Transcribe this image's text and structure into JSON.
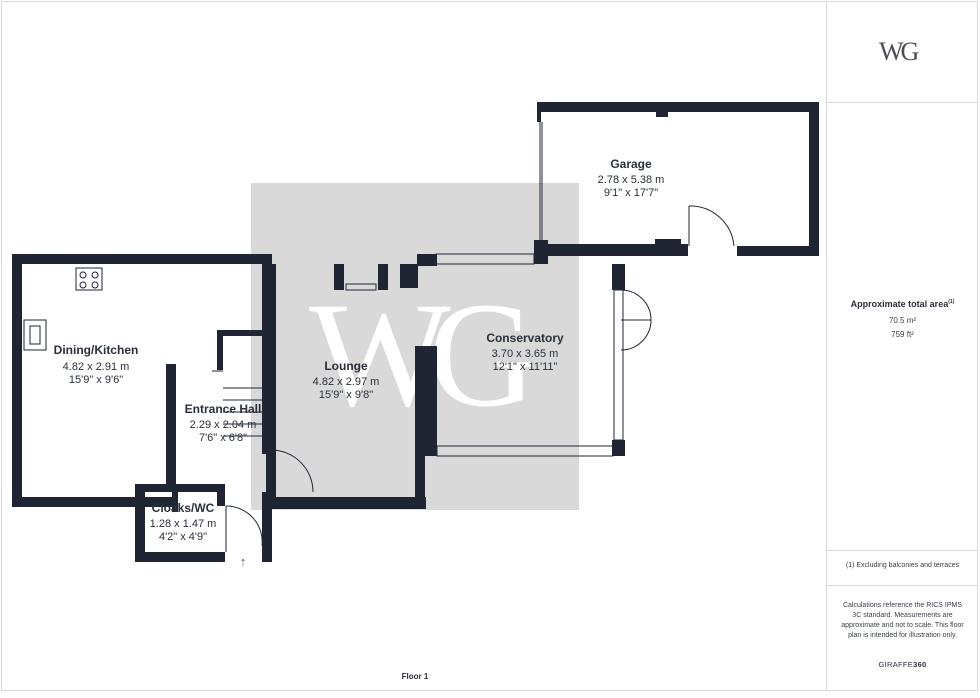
{
  "brand": {
    "logo_text": "WG",
    "watermark_text": "WG"
  },
  "floor_label": "Floor 1",
  "rooms": [
    {
      "id": "garage",
      "name": "Garage",
      "metric": "2.78 x 5.38 m",
      "imperial": "9'1\" x 17'7\""
    },
    {
      "id": "dining-kitchen",
      "name": "Dining/Kitchen",
      "metric": "4.82 x 2.91 m",
      "imperial": "15'9\" x 9'6\""
    },
    {
      "id": "lounge",
      "name": "Lounge",
      "metric": "4.82 x 2.97 m",
      "imperial": "15'9\" x 9'8\""
    },
    {
      "id": "conservatory",
      "name": "Conservatory",
      "metric": "3.70 x 3.65 m",
      "imperial": "12'1\" x 11'11\""
    },
    {
      "id": "entrance-hall",
      "name": "Entrance Hall",
      "metric": "2.29 x 2.04 m",
      "imperial": "7'6\" x 6'8\""
    },
    {
      "id": "cloaks-wc",
      "name": "Cloaks/WC",
      "metric": "1.28 x 1.47 m",
      "imperial": "4'2\" x 4'9\""
    }
  ],
  "sidebar": {
    "area_title": "Approximate total area",
    "area_note_marker": "(1)",
    "area_metric": "70.5 m²",
    "area_imperial": "759 ft²",
    "exclusion_note": "(1) Excluding balconies and terraces",
    "calculation_note": "Calculations reference the RICS IPMS 3C standard. Measurements are approximate and not to scale. This floor plan is intended for illustration only.",
    "brand_prefix": "GIRAFFE",
    "brand_suffix": "360"
  },
  "colors": {
    "wall": "#1f2533",
    "watermark": "#d9d9d9",
    "text": "#2a2f3a"
  }
}
